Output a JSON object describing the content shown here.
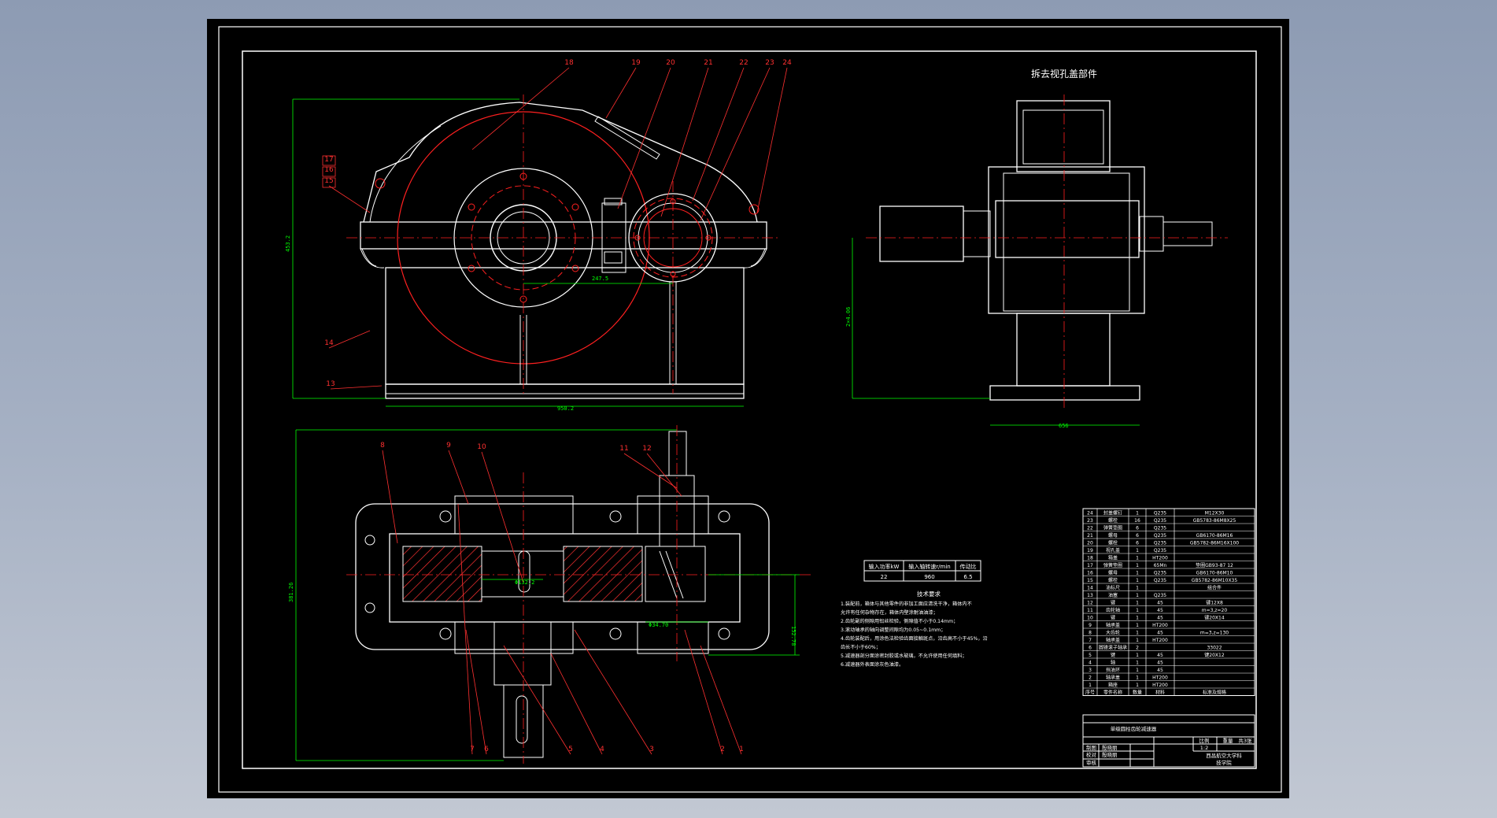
{
  "top_view_title": "拆去视孔盖部件",
  "callouts_front": [
    "18",
    "19",
    "20",
    "21",
    "22",
    "23",
    "24",
    "17",
    "16",
    "15",
    "14",
    "13"
  ],
  "callouts_plan_top": [
    "8",
    "9",
    "10",
    "11",
    "12"
  ],
  "callouts_plan_bottom": [
    "7",
    "6",
    "5",
    "4",
    "3",
    "2",
    "1"
  ],
  "dims": {
    "height_front": "453.2",
    "length_front": "950.2",
    "center_dist": "247.5",
    "side_height": "2×4.06",
    "side_width": "656",
    "plan_width": "381.26",
    "shaft_offset": "152.78",
    "bore_a": "Φ132.2",
    "bore_b": "Φ34.70"
  },
  "spec_table": {
    "headers": [
      "输入功率kW",
      "输入轴转速r/min",
      "传动比"
    ],
    "values": [
      "22",
      "960",
      "6.5"
    ]
  },
  "tech_requirements": {
    "title": "技术要求",
    "lines": [
      "1.装配前，箱体与其他零件的非加工面应清洗干净，箱体内不",
      "  允许有任何杂物存在，箱体内壁涂耐油油漆；",
      "2.齿轮副的侧隙用铅丝检验，侧隙值不小于0.14mm；",
      "3.滚动轴承的轴向调整间隙均为0.05~0.1mm；",
      "4.齿轮装配后，用涂色法检验齿面接触斑点，沿齿高不小于45%，沿",
      "  齿长不小于60%；",
      "5.减速器剖分面涂密封胶或水玻璃，不允许使用任何填料；",
      "6.减速器外表面涂灰色油漆。"
    ]
  },
  "parts": [
    [
      "24",
      "封盖螺钉",
      "1",
      "Q235",
      "M12X30"
    ],
    [
      "23",
      "螺栓",
      "16",
      "Q235",
      "GB5783-86M8X25"
    ],
    [
      "22",
      "弹簧垫圈",
      "6",
      "Q235",
      ""
    ],
    [
      "21",
      "螺母",
      "6",
      "Q235",
      "GB6170-86M16"
    ],
    [
      "20",
      "螺栓",
      "6",
      "Q235",
      "GB5782-86M16X100"
    ],
    [
      "19",
      "视孔盖",
      "1",
      "Q235",
      ""
    ],
    [
      "18",
      "箱盖",
      "1",
      "HT200",
      ""
    ],
    [
      "17",
      "弹簧垫圈",
      "1",
      "65Mn",
      "垫圈GB93-87 12"
    ],
    [
      "16",
      "螺母",
      "1",
      "Q235",
      "GB6170-86M10"
    ],
    [
      "15",
      "螺栓",
      "1",
      "Q235",
      "GB5782-86M10X35"
    ],
    [
      "14",
      "油标尺",
      "1",
      "",
      "组合件"
    ],
    [
      "13",
      "油塞",
      "1",
      "Q235",
      ""
    ],
    [
      "12",
      "键",
      "1",
      "45",
      "键12X8"
    ],
    [
      "11",
      "齿轮轴",
      "1",
      "45",
      "m=3,z=20"
    ],
    [
      "10",
      "键",
      "1",
      "45",
      "键20X14"
    ],
    [
      "9",
      "轴承盖",
      "1",
      "HT200",
      ""
    ],
    [
      "8",
      "大齿轮",
      "1",
      "45",
      "m=3,z=130"
    ],
    [
      "7",
      "轴承盖",
      "1",
      "HT200",
      ""
    ],
    [
      "6",
      "圆锥滚子轴承",
      "2",
      "",
      "33022"
    ],
    [
      "5",
      "键",
      "1",
      "45",
      "键20X12"
    ],
    [
      "4",
      "轴",
      "1",
      "45",
      ""
    ],
    [
      "3",
      "挡油环",
      "1",
      "45",
      ""
    ],
    [
      "2",
      "轴承盖",
      "1",
      "HT200",
      ""
    ],
    [
      "1",
      "箱座",
      "1",
      "HT200",
      ""
    ]
  ],
  "parts_header": [
    "序号",
    "零件名称",
    "数量",
    "材料",
    "标准及规格"
  ],
  "title_block": {
    "drawing_title": "单级圆柱齿轮减速器",
    "scale_label": "比例",
    "scale_value": "1:2",
    "weight_label": "重量",
    "sheet_label": "共3张",
    "designer_label": "制图",
    "designer": "殷晓丽",
    "checker_label": "校对",
    "checker": "殷晓丽",
    "reviewer_label": "审核",
    "school": "西昌航空大学科",
    "dept": "技学院"
  },
  "colors": {
    "sheet": "#000000",
    "line": "#ffffff",
    "center": "#ff2020",
    "dim": "#00ff00",
    "hatch": "#ff3030",
    "callout": "#ff3030",
    "page_bg": "#a6b1c4"
  }
}
